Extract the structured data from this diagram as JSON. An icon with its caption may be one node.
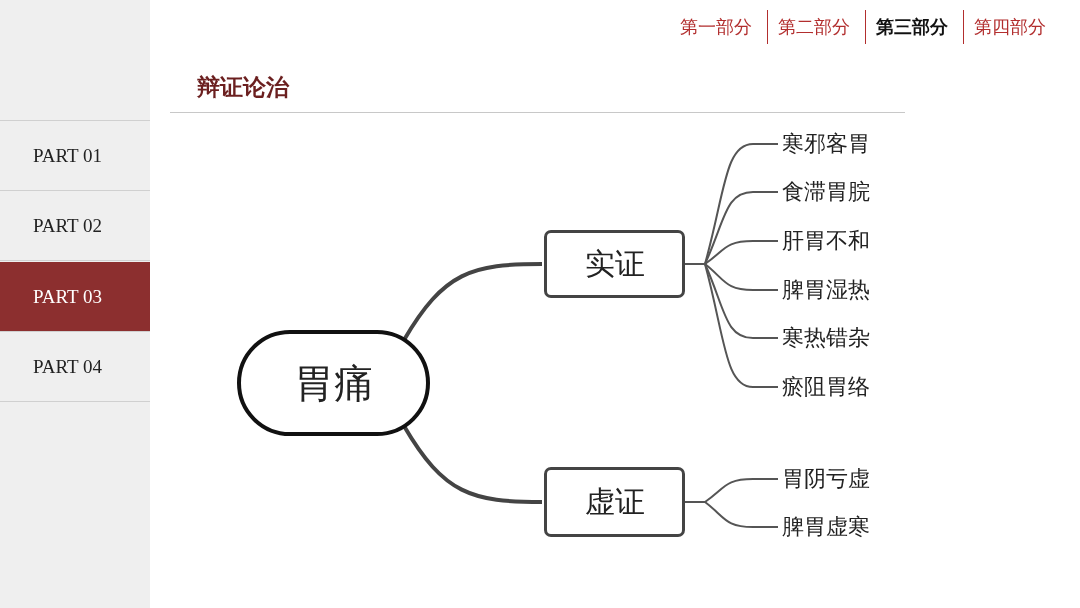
{
  "diagram": {
    "title": "辩证论治",
    "nodes": [
      {
        "text": [
          "胃痛"
        ]
      },
      {
        "text": [
          "实证"
        ]
      },
      {
        "text": [
          "虚证"
        ]
      },
      {
        "text": [
          "寒邪客胃"
        ]
      },
      {
        "text": [
          "食滞胃脘"
        ]
      },
      {
        "text": [
          "肝胃不和"
        ]
      },
      {
        "text": [
          "脾胃湿热"
        ]
      },
      {
        "text": [
          "寒热错杂"
        ]
      },
      {
        "text": [
          "瘀阻胃络"
        ]
      },
      {
        "text": [
          "胃阴亏虚"
        ]
      },
      {
        "text": [
          "脾胃虚寒"
        ]
      }
    ],
    "edges": [
      {
        "from": 0,
        "to": 1,
        "arrow": "none",
        "style": "thick"
      },
      {
        "from": 0,
        "to": 2,
        "arrow": "none",
        "style": "thick"
      },
      {
        "from": 1,
        "to": 3,
        "arrow": "none"
      },
      {
        "from": 1,
        "to": 4,
        "arrow": "none"
      },
      {
        "from": 1,
        "to": 5,
        "arrow": "none"
      },
      {
        "from": 1,
        "to": 6,
        "arrow": "none"
      },
      {
        "from": 1,
        "to": 7,
        "arrow": "none"
      },
      {
        "from": 1,
        "to": 8,
        "arrow": "none"
      },
      {
        "from": 2,
        "to": 9,
        "arrow": "none"
      },
      {
        "from": 2,
        "to": 10,
        "arrow": "none"
      }
    ],
    "labels": [
      "第一部分",
      "第二部分",
      "第三部分",
      "第四部分",
      "PART 01",
      "PART 02",
      "PART 03",
      "PART 04"
    ]
  }
}
